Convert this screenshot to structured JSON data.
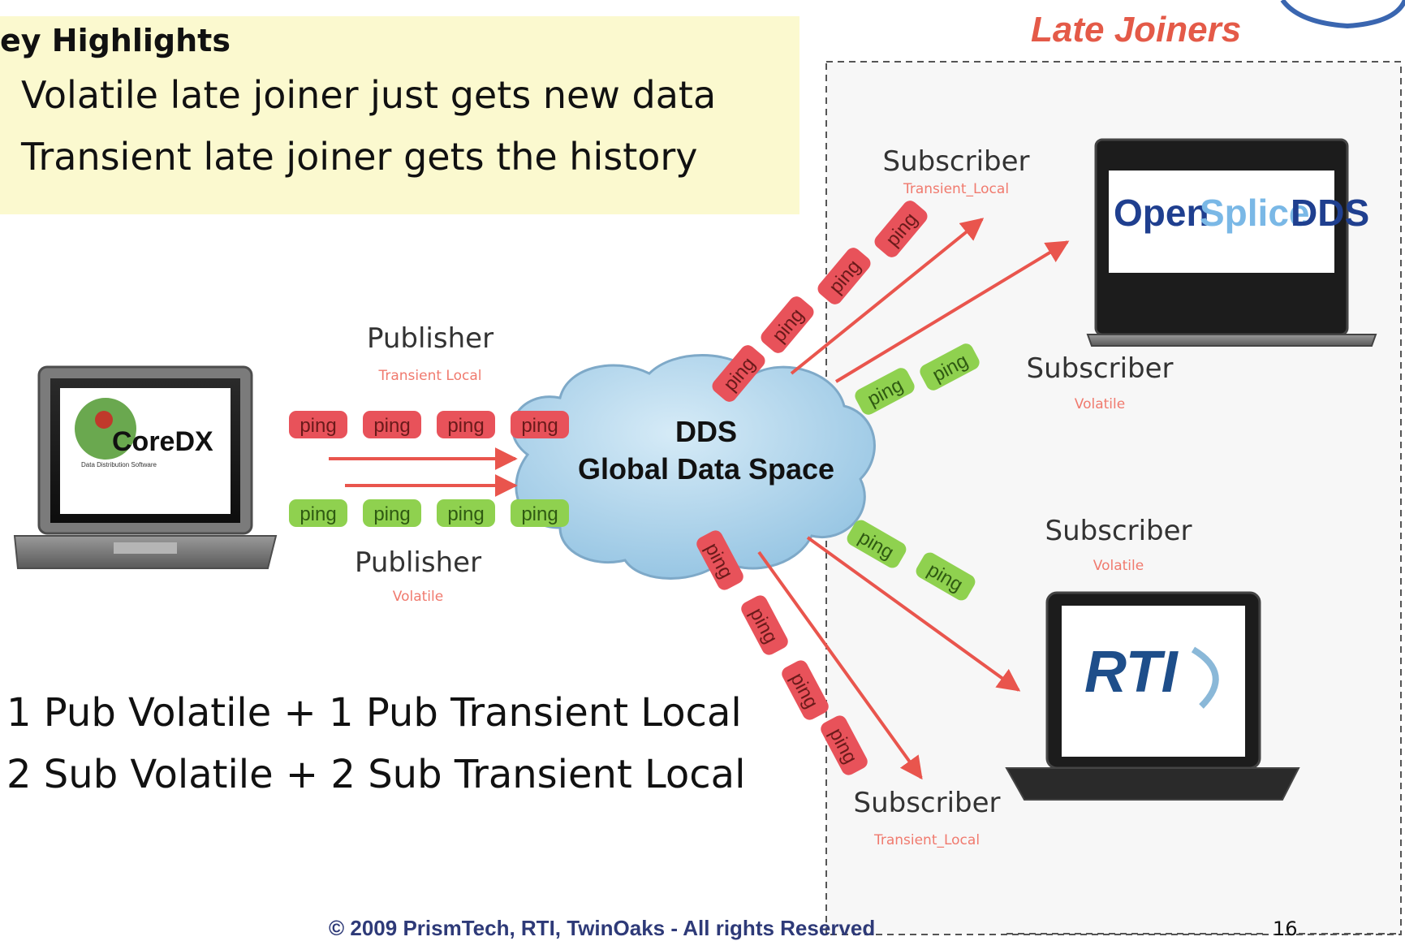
{
  "highlights": {
    "title": "ey Highlights",
    "lines": [
      "Volatile late joiner just gets new data",
      "Transient late joiner gets the history"
    ]
  },
  "late_joiners": {
    "title": "Late Joiners"
  },
  "cloud": {
    "line1": "DDS",
    "line2": "Global Data Space"
  },
  "publishers": [
    {
      "label": "Publisher",
      "qos": "Transient Local"
    },
    {
      "label": "Publisher",
      "qos": "Volatile"
    }
  ],
  "subscribers": [
    {
      "label": "Subscriber",
      "qos": "Transient_Local"
    },
    {
      "label": "Subscriber",
      "qos": "Volatile"
    },
    {
      "label": "Subscriber",
      "qos": "Volatile"
    },
    {
      "label": "Subscriber",
      "qos": "Transient_Local"
    }
  ],
  "ping_label": "ping",
  "logos": {
    "coredx": "CoreDX",
    "coredx_sub": "Data Distribution Software",
    "opensplice_open": "Open",
    "opensplice_splice": "Splice",
    "opensplice_dds": "DDS",
    "rti": "RTI"
  },
  "counts": [
    "1 Pub Volatile + 1 Pub Transient Local",
    "2 Sub Volatile + 2 Sub Transient Local"
  ],
  "footer": "© 2009 PrismTech, RTI, TwinOaks - All rights Reserved",
  "page_number": "16",
  "colors": {
    "highlight_bg": "#fbf9cf",
    "ping_red": "#e8525a",
    "ping_green": "#8fd14f",
    "arrow": "#e9554d",
    "cloud": "#aed3ea",
    "late_joiner_title": "#e45a48",
    "footer": "#2e3a78"
  }
}
